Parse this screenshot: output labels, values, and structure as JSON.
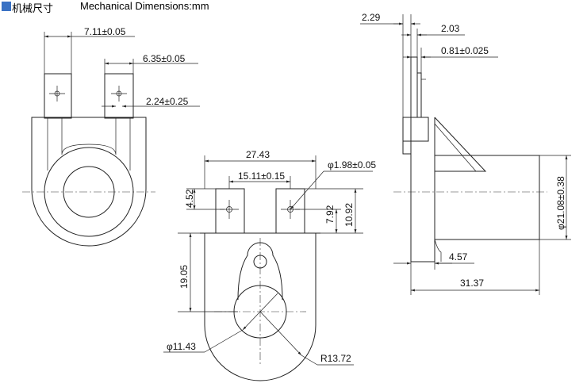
{
  "header": {
    "title_cn": "机械尺寸",
    "title_en": "Mechanical Dimensions:mm"
  },
  "dimensions": {
    "d1": "7.11±0.05",
    "d2": "6.35±0.05",
    "d3": "2.24±0.25",
    "d4": "27.43",
    "d5": "15.11±0.15",
    "d6": "φ1.98±0.05",
    "d7": "4.52",
    "d8": "7.92",
    "d9": "10.92",
    "d10": "19.05",
    "d11": "φ11.43",
    "d12": "R13.72",
    "d13": "2.29",
    "d14": "2.03",
    "d15": "0.81±0.025",
    "d16": "φ21.08±0.38",
    "d17": "4.57",
    "d18": "31.37"
  }
}
